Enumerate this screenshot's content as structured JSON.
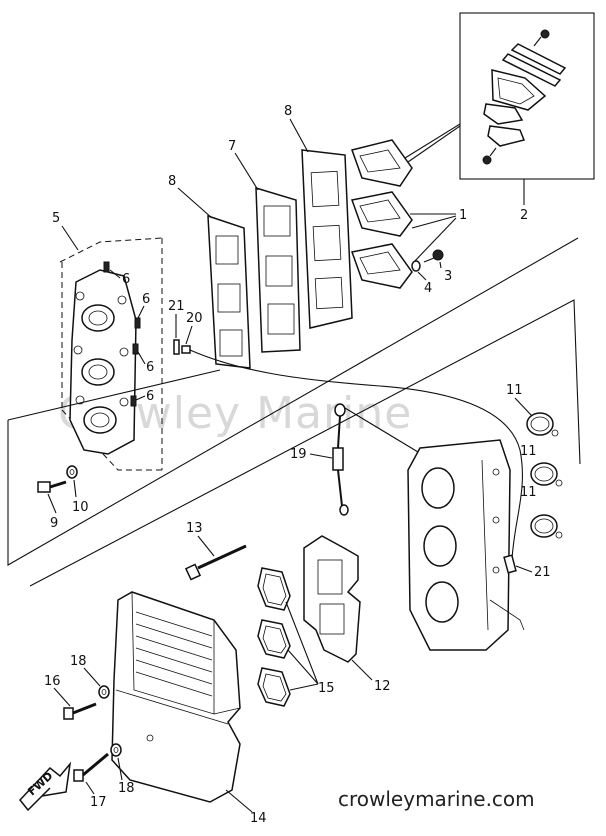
{
  "watermark": "Crowley Marine",
  "footer": {
    "url": "crowleymarine.com"
  },
  "fwd_label": "FWD",
  "callouts": {
    "c1": "1",
    "c2": "2",
    "c3": "3",
    "c4": "4",
    "c5": "5",
    "c6a": "6",
    "c6b": "6",
    "c6c": "6",
    "c6d": "6",
    "c7": "7",
    "c8a": "8",
    "c8b": "8",
    "c9": "9",
    "c10": "10",
    "c11a": "11",
    "c11b": "11",
    "c11c": "11",
    "c12": "12",
    "c13": "13",
    "c14": "14",
    "c15": "15",
    "c16": "16",
    "c17": "17",
    "c18a": "18",
    "c18b": "18",
    "c19": "19",
    "c20": "20",
    "c21a": "21",
    "c21b": "21"
  }
}
